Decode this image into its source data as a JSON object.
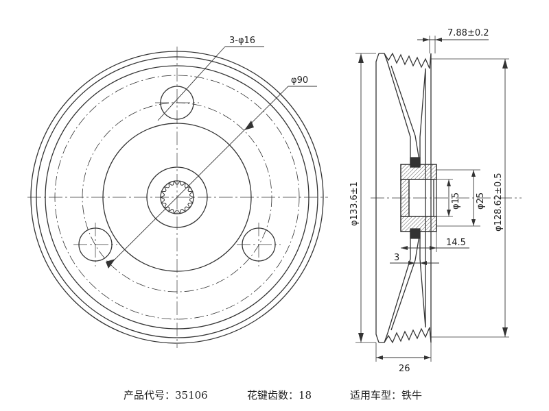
{
  "front_view": {
    "labels": {
      "holes": "3-φ16",
      "pitch_circle": "φ90"
    },
    "spline_teeth": 18
  },
  "side_view": {
    "labels": {
      "groove_pitch": "7.88±0.2",
      "outer_diameter": "φ133.6±1",
      "bore_small": "φ15",
      "bore_large": "φ25",
      "effective_diameter": "φ128.62±0.5",
      "hub_length": "14.5",
      "web_thickness": "3",
      "overall_width": "26"
    }
  },
  "caption": {
    "product_code": "产品代号：35106",
    "spline_count": "花键齿数：18",
    "vehicle": "适用车型：铁牛"
  },
  "colors": {
    "line": "#333333",
    "hatch": "#555555"
  }
}
